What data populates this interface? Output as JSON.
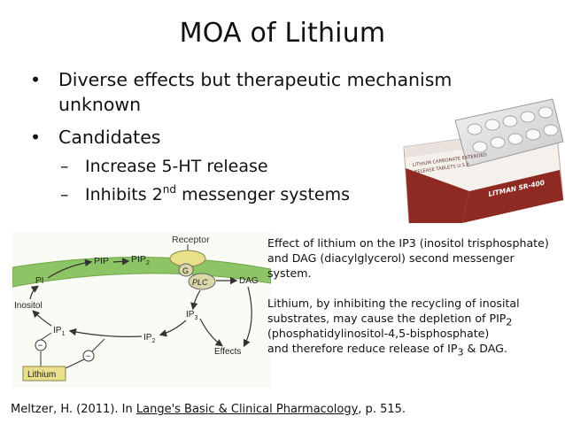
{
  "title": "MOA of Lithium",
  "bullets": {
    "b1_marker": "•",
    "b1": "Diverse effects but therapeutic mechanism",
    "b1_cont": "unknown",
    "b2_marker": "•",
    "b2": "Candidates",
    "sub_marker": "–",
    "sub1": "Increase 5-HT release",
    "sub2_pre": "Inhibits 2",
    "sub2_sup": "nd",
    "sub2_post": " messenger systems"
  },
  "pillbox": {
    "box_text_1": "LITHIUM CARBONATE EXTENDED",
    "box_text_2": "RELEASE TABLETS U.S.P.",
    "brand": "LITMAN SR-400"
  },
  "diagram": {
    "receptor": "Receptor",
    "pip": "PIP",
    "pip2": "PIP",
    "pip2_sub": "2",
    "g": "G",
    "plc": "PLC",
    "dag": "DAG",
    "pi": "PI",
    "inositol": "Inositol",
    "ip3": "IP",
    "ip3_sub": "3",
    "ip2": "IP",
    "ip2_sub": "2",
    "ip1": "IP",
    "ip1_sub": "1",
    "effects": "Effects",
    "lithium": "Lithium",
    "minus": "−"
  },
  "caption": {
    "line1": "Effect of lithium on the IP3 (inositol trisphosphate)",
    "line2": " and DAG (diacylglycerol) second messenger",
    "line3": "system.",
    "line4": "Lithium,  by inhibiting the recycling of inosital",
    "line5": "substrates, may cause the depletion of PIP",
    "line5_sub": "2",
    "line6": "(phosphatidylinositol-4,5-bisphosphate)",
    "line7_pre": "and therefore reduce release of IP",
    "line7_sub": "3",
    "line7_post": " & DAG."
  },
  "citation": {
    "pre": "Meltzer, H. (2011). In ",
    "book": "Lange's Basic & Clinical Pharmacology",
    "post": ", p. 515."
  },
  "colors": {
    "membrane": "#8dc466",
    "receptor": "#e8e08a",
    "box_red": "#8e2a22",
    "text": "#111111"
  }
}
